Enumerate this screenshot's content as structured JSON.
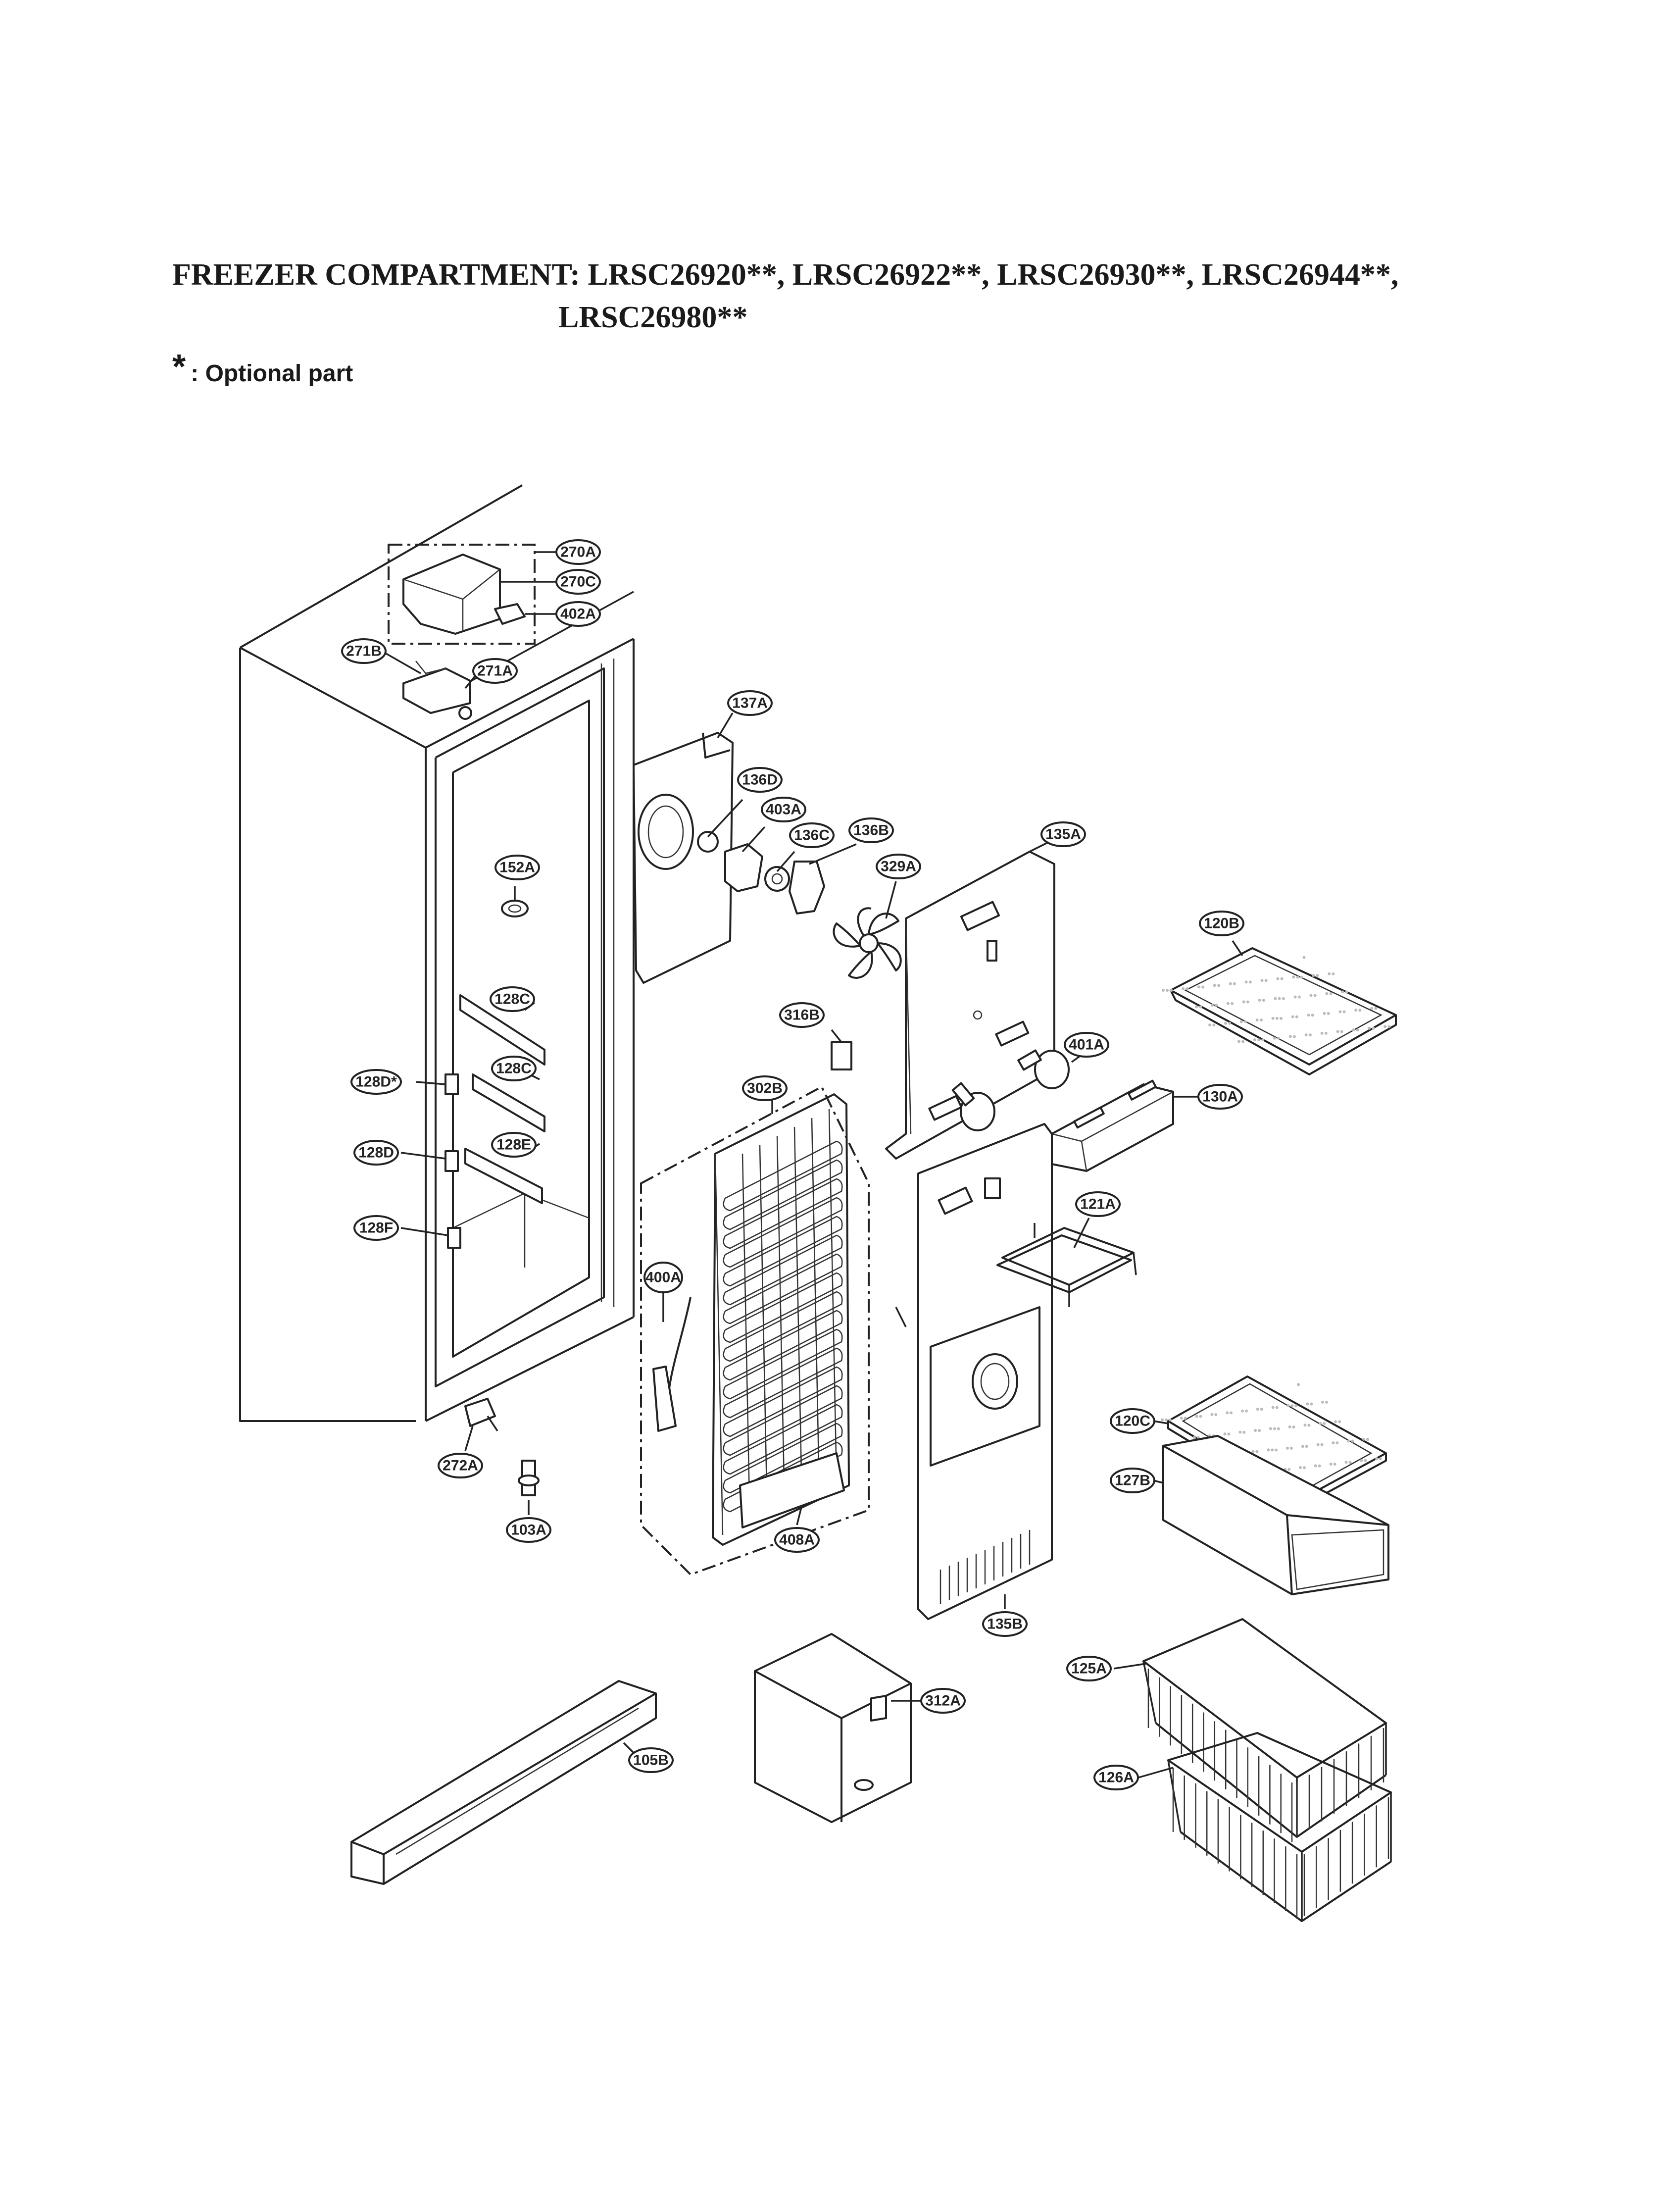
{
  "header": {
    "title_line1": "FREEZER COMPARTMENT: LRSC26920**, LRSC26922**, LRSC26930**, LRSC26944**,",
    "title_line2": "LRSC26980**",
    "note_symbol": "*",
    "note_text": ": Optional part"
  },
  "callouts": [
    {
      "id": "c270A",
      "label": "270A"
    },
    {
      "id": "c270C",
      "label": "270C"
    },
    {
      "id": "c402A",
      "label": "402A"
    },
    {
      "id": "c271B",
      "label": "271B"
    },
    {
      "id": "c271A",
      "label": "271A"
    },
    {
      "id": "c137A",
      "label": "137A"
    },
    {
      "id": "c136D",
      "label": "136D"
    },
    {
      "id": "c403A",
      "label": "403A"
    },
    {
      "id": "c136C",
      "label": "136C"
    },
    {
      "id": "c136B",
      "label": "136B"
    },
    {
      "id": "c329A",
      "label": "329A"
    },
    {
      "id": "c135A",
      "label": "135A"
    },
    {
      "id": "c152A",
      "label": "152A"
    },
    {
      "id": "c120B",
      "label": "120B"
    },
    {
      "id": "c128C1",
      "label": "128C"
    },
    {
      "id": "c316B",
      "label": "316B"
    },
    {
      "id": "c302B",
      "label": "302B"
    },
    {
      "id": "c128C2",
      "label": "128C"
    },
    {
      "id": "c128Dstar",
      "label": "128D*"
    },
    {
      "id": "c401A",
      "label": "401A"
    },
    {
      "id": "c130A",
      "label": "130A"
    },
    {
      "id": "c128D",
      "label": "128D"
    },
    {
      "id": "c128E",
      "label": "128E"
    },
    {
      "id": "c128F",
      "label": "128F"
    },
    {
      "id": "c121A",
      "label": "121A"
    },
    {
      "id": "c400A",
      "label": "400A"
    },
    {
      "id": "c120C",
      "label": "120C"
    },
    {
      "id": "c127B",
      "label": "127B"
    },
    {
      "id": "c272A",
      "label": "272A"
    },
    {
      "id": "c103A",
      "label": "103A"
    },
    {
      "id": "c408A",
      "label": "408A"
    },
    {
      "id": "c135B",
      "label": "135B"
    },
    {
      "id": "c125A",
      "label": "125A"
    },
    {
      "id": "c312A",
      "label": "312A"
    },
    {
      "id": "c105B",
      "label": "105B"
    },
    {
      "id": "c126A",
      "label": "126A"
    }
  ]
}
